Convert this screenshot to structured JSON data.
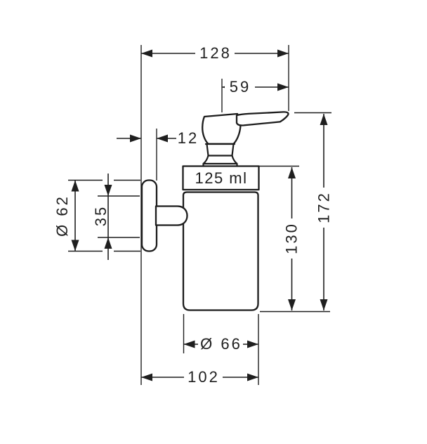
{
  "colors": {
    "background": "#ffffff",
    "line": "#1c1c1c",
    "text": "#1f1f1f"
  },
  "labels": {
    "top_width": "128",
    "pump_lever": "59",
    "wall_offset": "12",
    "plate_diameter": "Ø 62",
    "plate_spacing": "35",
    "volume": "125 ml",
    "container_height": "130",
    "total_height": "172",
    "container_diameter": "Ø 66",
    "bottom_depth": "102"
  }
}
